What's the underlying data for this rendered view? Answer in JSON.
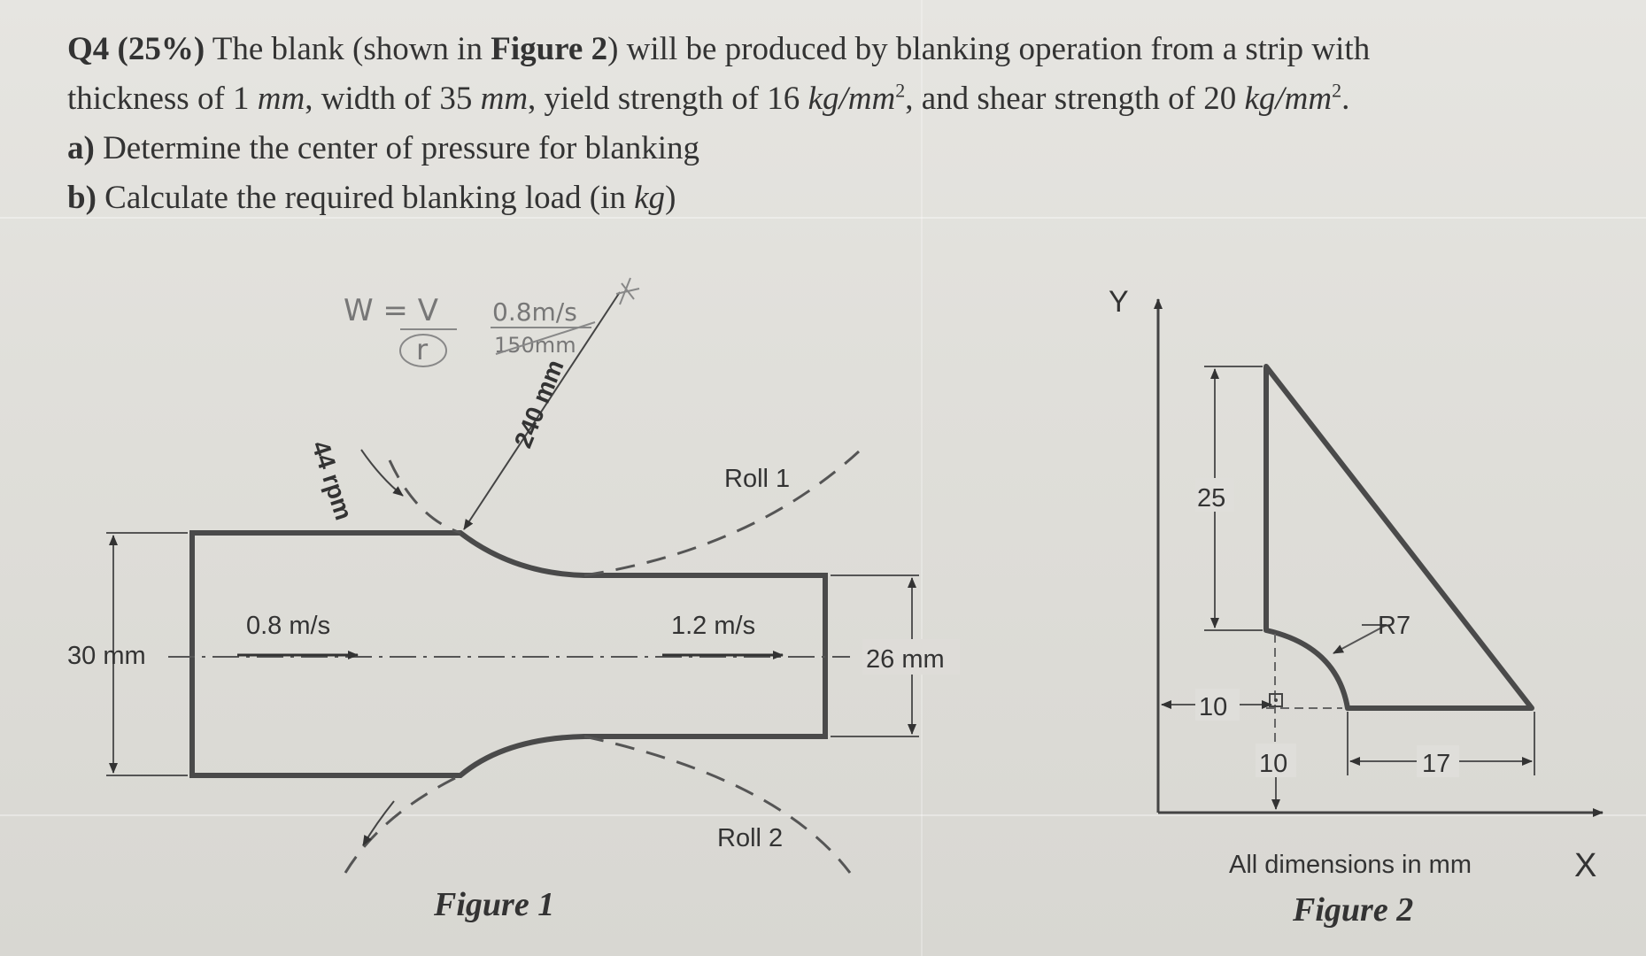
{
  "question": {
    "label": "Q4 (25%)",
    "line1_a": " The blank (shown in ",
    "figure_ref": "Figure 2",
    "line1_b": ") will be produced by blanking operation from a strip with",
    "line2_a": "thickness of 1 ",
    "unit_mm1": "mm",
    "line2_b": ", width of 35 ",
    "unit_mm2": "mm",
    "line2_c": ", yield strength of 16 ",
    "unit_kg1": "kg/mm",
    "sup1": "2",
    "line2_d": ", and shear strength of 20 ",
    "unit_kg2": "kg/mm",
    "sup2": "2",
    "line2_e": ".",
    "part_a_label": "a)",
    "part_a_text": " Determine the center of pressure for blanking",
    "part_b_label": "b)",
    "part_b_text": " Calculate the required blanking load (in ",
    "part_b_unit": "kg",
    "part_b_end": ")"
  },
  "figure1": {
    "caption": "Figure 1",
    "speed_in": "0.8 m/s",
    "speed_out": "1.2 m/s",
    "thickness_in": "30 mm",
    "thickness_out": "26 mm",
    "roll_1": "Roll 1",
    "roll_2": "Roll 2",
    "rpm": "44 rpm",
    "diameter": "240 mm",
    "handwriting": {
      "formula_lhs": "W = V",
      "formula_den": "r",
      "value_num": "0.8m/s",
      "value_den": "150mm"
    }
  },
  "figure2": {
    "caption": "Figure 2",
    "note": "All dimensions in mm",
    "axis_x": "X",
    "axis_y": "Y",
    "dim_25": "25",
    "dim_10_h": "10",
    "dim_10_v": "10",
    "dim_17": "17",
    "radius": "R7"
  }
}
